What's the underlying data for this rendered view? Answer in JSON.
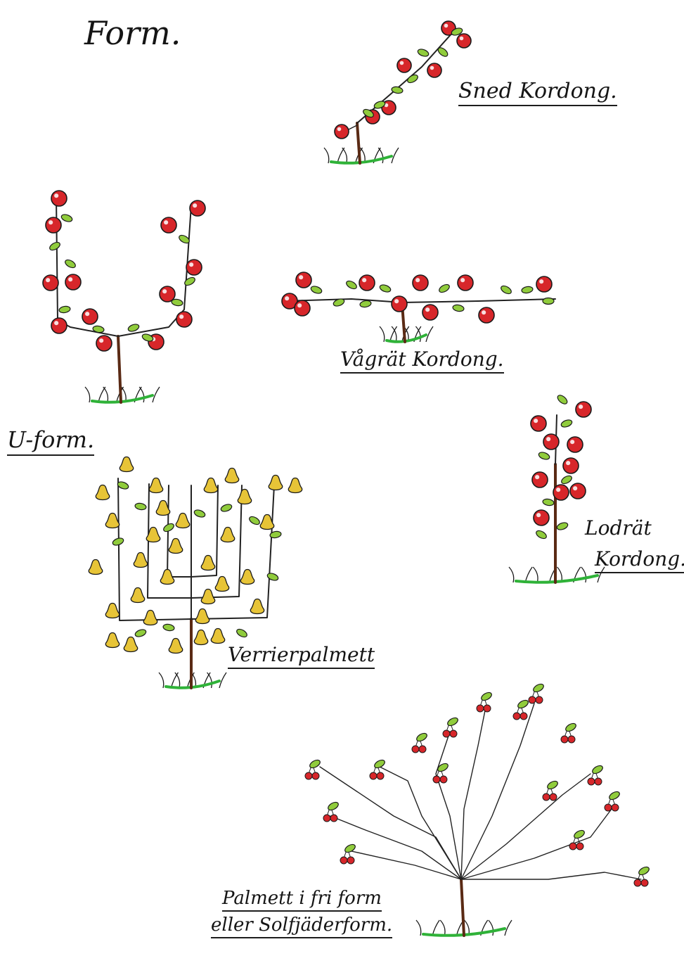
{
  "title": "Form.",
  "forms": {
    "sned_kordong": "Sned Kordong.",
    "u_form": "U-form.",
    "vagratt_kordong": "Vågrät Kordong.",
    "lodratt_kordong_line1": "Lodrät",
    "lodratt_kordong_line2": "Kordong.",
    "verrierpalmett": "Verrierpalmett",
    "palmett_line1": "Palmett i fri form",
    "palmett_line2": "eller Solfjäderform."
  },
  "colors": {
    "stem": "#5a2a14",
    "apple": "#d7262a",
    "pear": "#e7c437",
    "leaf": "#90cc3c",
    "grass": "#2fb238",
    "ink": "#151515"
  }
}
